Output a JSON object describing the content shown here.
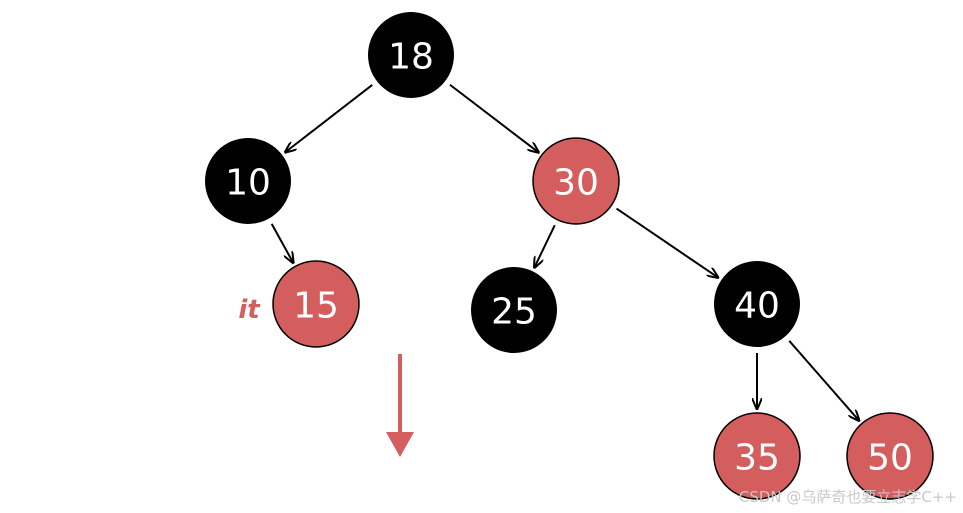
{
  "colors": {
    "black_node": "#000000",
    "red_node": "#d45d5e",
    "edge": "#000000",
    "pointer": "#d45d5e",
    "watermark": "#c8c8c8"
  },
  "nodes": [
    {
      "id": "n18",
      "label": "18",
      "color": "black"
    },
    {
      "id": "n10",
      "label": "10",
      "color": "black"
    },
    {
      "id": "n30",
      "label": "30",
      "color": "red"
    },
    {
      "id": "n15",
      "label": "15",
      "color": "red"
    },
    {
      "id": "n25",
      "label": "25",
      "color": "black"
    },
    {
      "id": "n40",
      "label": "40",
      "color": "black"
    },
    {
      "id": "n35",
      "label": "35",
      "color": "red"
    },
    {
      "id": "n50",
      "label": "50",
      "color": "red"
    }
  ],
  "edges": [
    {
      "from": "n18",
      "to": "n10"
    },
    {
      "from": "n18",
      "to": "n30"
    },
    {
      "from": "n10",
      "to": "n15"
    },
    {
      "from": "n30",
      "to": "n25"
    },
    {
      "from": "n30",
      "to": "n40"
    },
    {
      "from": "n40",
      "to": "n35"
    },
    {
      "from": "n40",
      "to": "n50"
    }
  ],
  "iterator": {
    "label": "it",
    "node": "n15",
    "direction": "down"
  },
  "watermark": "CSDN @乌萨奇也要立志学C++"
}
